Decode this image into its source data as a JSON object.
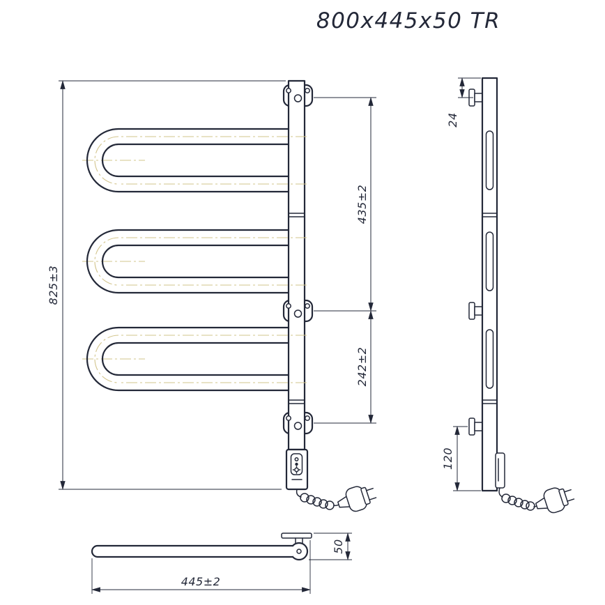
{
  "title": "800x445x50 TR",
  "colors": {
    "paper": "#ffffff",
    "line": "#232838",
    "centerline": "#d2c48b"
  },
  "front_view": {
    "dim_overall_height": "825±3",
    "dim_top_to_middle_bracket": "435±2",
    "dim_middle_to_bottom_bracket": "242±2"
  },
  "side_view": {
    "dim_top_bracket_offset": "24",
    "dim_bottom_bracket_offset": "120"
  },
  "bottom_view": {
    "dim_overall_width": "445±2",
    "dim_depth": "50"
  }
}
